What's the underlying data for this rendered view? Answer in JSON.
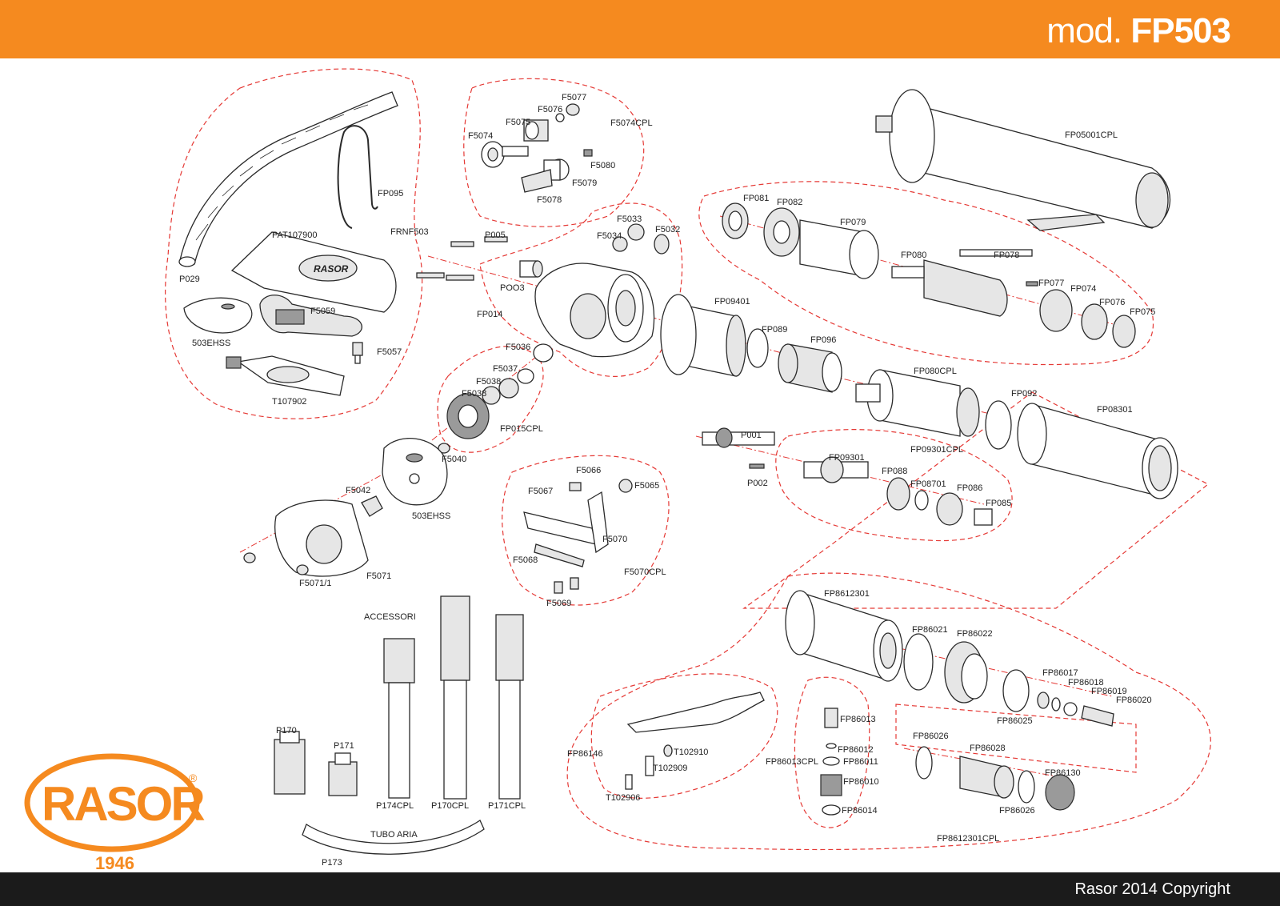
{
  "header": {
    "model_prefix": "mod.",
    "model_code": "FP503"
  },
  "footer": {
    "copyright": "Rasor 2014 Copyright"
  },
  "logo": {
    "brand": "RASOR",
    "year": "1946",
    "registered": "®"
  },
  "colors": {
    "accent": "#f58a1f",
    "group_outline": "#e53935",
    "footer_bg": "#1b1b1b"
  },
  "labels": {
    "F5077": "F5077",
    "F5076": "F5076",
    "F5075": "F5075",
    "F5074": "F5074",
    "F5074CPL": "F5074CPL",
    "F5080": "F5080",
    "F5079": "F5079",
    "F5078": "F5078",
    "FP095": "FP095",
    "FRNF503": "FRNF503",
    "PAT107900": "PAT107900",
    "P029": "P029",
    "F5059": "F5059",
    "503EHSS_a": "503EHSS",
    "F5057": "F5057",
    "T107902": "T107902",
    "P005": "P005",
    "POO3": "POO3",
    "FP014": "FP014",
    "F5033": "F5033",
    "F5034": "F5034",
    "F5032": "F5032",
    "F5036": "F5036",
    "F5037": "F5037",
    "F5038_a": "F5038",
    "F5038_b": "F5038",
    "FP015CPL": "FP015CPL",
    "F5040": "F5040",
    "F5042": "F5042",
    "503EHSS_b": "503EHSS",
    "F5071": "F5071",
    "F5071_1": "F5071/1",
    "F5066": "F5066",
    "F5065": "F5065",
    "F5067": "F5067",
    "F5070": "F5070",
    "F5068": "F5068",
    "F5070CPL": "F5070CPL",
    "F5069": "F5069",
    "FP05001CPL": "FP05001CPL",
    "FP081": "FP081",
    "FP082": "FP082",
    "FP079": "FP079",
    "FP080": "FP080",
    "FP078": "FP078",
    "FP077": "FP077",
    "FP074": "FP074",
    "FP076": "FP076",
    "FP075": "FP075",
    "FP09401": "FP09401",
    "FP089": "FP089",
    "FP096": "FP096",
    "FP080CPL": "FP080CPL",
    "FP092": "FP092",
    "FP08301": "FP08301",
    "P001": "P001",
    "P002": "P002",
    "FP09301": "FP09301",
    "FP088": "FP088",
    "FP08701": "FP08701",
    "FP086": "FP086",
    "FP085": "FP085",
    "FP09301CPL": "FP09301CPL",
    "FP8612301": "FP8612301",
    "FP86021": "FP86021",
    "FP86022": "FP86022",
    "FP86017": "FP86017",
    "FP86018": "FP86018",
    "FP86019": "FP86019",
    "FP86020": "FP86020",
    "FP86025": "FP86025",
    "FP86013": "FP86013",
    "FP86012": "FP86012",
    "FP86013CPL": "FP86013CPL",
    "FP86011": "FP86011",
    "FP86010": "FP86010",
    "FP86014": "FP86014",
    "FP86146": "FP86146",
    "T102910": "T102910",
    "T102909": "T102909",
    "T102906": "T102906",
    "FP86026_a": "FP86026",
    "FP86028": "FP86028",
    "FP86130": "FP86130",
    "FP86026_b": "FP86026",
    "FP8612301CPL": "FP8612301CPL",
    "ACCESSORI": "ACCESSORI",
    "P170": "P170",
    "P171": "P171",
    "P174CPL": "P174CPL",
    "P170CPL": "P170CPL",
    "P171CPL": "P171CPL",
    "TUBO_ARIA": "TUBO ARIA",
    "P173": "P173"
  }
}
